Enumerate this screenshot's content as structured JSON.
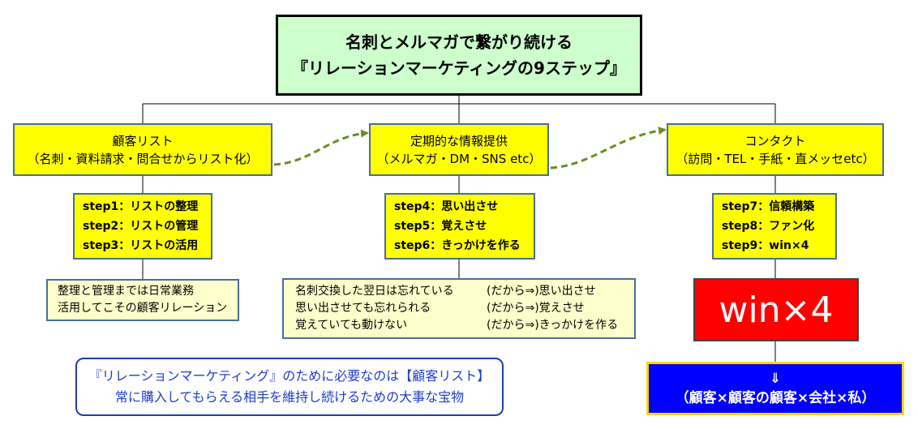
{
  "title": {
    "line1": "名刺とメルマガで繋がり続ける",
    "line2": "『リレーションマーケティングの9ステップ』"
  },
  "categories": [
    {
      "line1": "顧客リスト",
      "line2": "（名刺・資料請求・問合せからリスト化）"
    },
    {
      "line1": "定期的な情報提供",
      "line2": "（メルマガ・DM・SNS etc）"
    },
    {
      "line1": "コンタクト",
      "line2": "（訪問・TEL・手紙・直メッセetc）"
    }
  ],
  "steps": [
    [
      "step1：リストの整理",
      "step2：リストの管理",
      "step3：リストの活用"
    ],
    [
      "step4：思い出させ",
      "step5：覚えさせ",
      "step6：きっかけを作る"
    ],
    [
      "step7：信頼構築",
      "step8：ファン化",
      "step9：win×4"
    ]
  ],
  "note_list": {
    "line1": "整理と管理までは日常業務",
    "line2": "活用してこその顧客リレーション"
  },
  "note_info": [
    {
      "left": "名刺交換した翌日は忘れている",
      "right": "(だから⇒)思い出させ"
    },
    {
      "left": "思い出させても忘れられる",
      "right": "(だから⇒)覚えさせ"
    },
    {
      "left": "覚えていても動けない",
      "right": "(だから⇒)きっかけを作る"
    }
  ],
  "win_label": "win×4",
  "result": {
    "arrow": "⇓",
    "text": "（顧客×顧客の顧客×会社×私）"
  },
  "bottom_note": {
    "line1": "『リレーションマーケティング』のために必要なのは【顧客リスト】",
    "line2": "常に購入してもらえる相手を維持し続けるための大事な宝物"
  },
  "colors": {
    "title_bg": "#ccffcc",
    "box_yellow": "#ffff00",
    "note_bg": "#ffffcc",
    "win_red": "#ff0000",
    "result_blue": "#0000ff",
    "arrow_green": "#6b8e23",
    "bottom_text": "#1e40c8"
  }
}
